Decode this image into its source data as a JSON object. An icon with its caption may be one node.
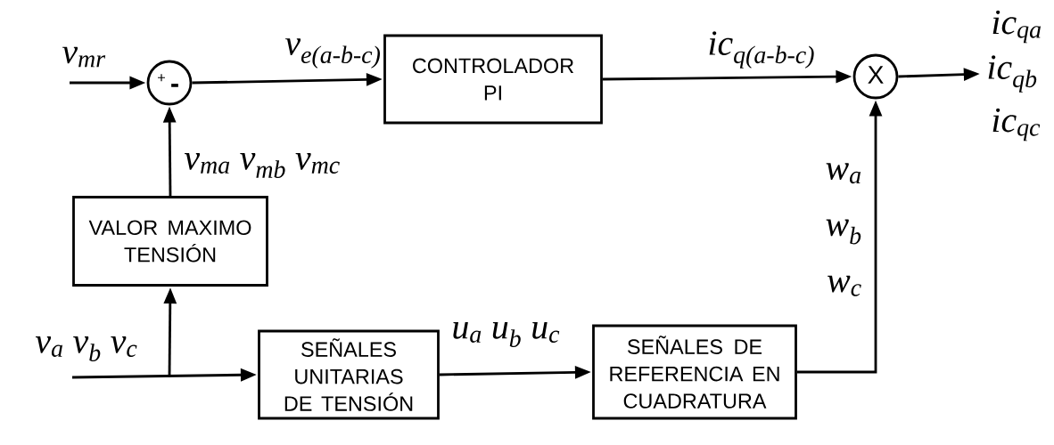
{
  "diagram": {
    "nodes": [
      {
        "text": [
          "+",
          "-"
        ]
      },
      {
        "text": [
          "CONTROLADOR PI"
        ]
      },
      {
        "text": [
          "X"
        ]
      },
      {
        "text": [
          "VALOR MAXIMO TENSIÓN"
        ]
      },
      {
        "text": [
          "SEÑALES UNITARIAS DE TENSIÓN"
        ]
      },
      {
        "text": [
          "SEÑALES DE REFERENCIA EN CUADRATURA"
        ]
      }
    ],
    "edges": [
      {
        "from": null,
        "to": 0,
        "arrow": "to",
        "label": "v$_{mr}$"
      },
      {
        "from": 0,
        "to": 1,
        "arrow": "to",
        "label": "v$_{e(a-b-c)}$"
      },
      {
        "from": 1,
        "to": 2,
        "arrow": "to",
        "label": "ic$_{q(a-b-c)}$"
      },
      {
        "from": 2,
        "to": null,
        "arrow": "to"
      },
      {
        "from": 3,
        "to": 0,
        "arrow": "to",
        "label": "v$_{ma}$ v$_{mb}$ v$_{mc}$"
      },
      {
        "from": null,
        "to": 3,
        "arrow": "to"
      },
      {
        "from": null,
        "to": 4,
        "arrow": "to",
        "label": "v$_{a}$ v$_{b}$ v$_{c}$"
      },
      {
        "from": 4,
        "to": 5,
        "arrow": "to",
        "label": "u$_{a}$ u$_{b}$ u$_{c}$"
      },
      {
        "from": 5,
        "to": 2,
        "arrow": "to",
        "label": "w$_{a}$ w$_{b}$ w$_{c}$"
      }
    ],
    "labels": [
      "ic$_{qa}$",
      "ic$_{qb}$",
      "ic$_{qc}$"
    ]
  }
}
